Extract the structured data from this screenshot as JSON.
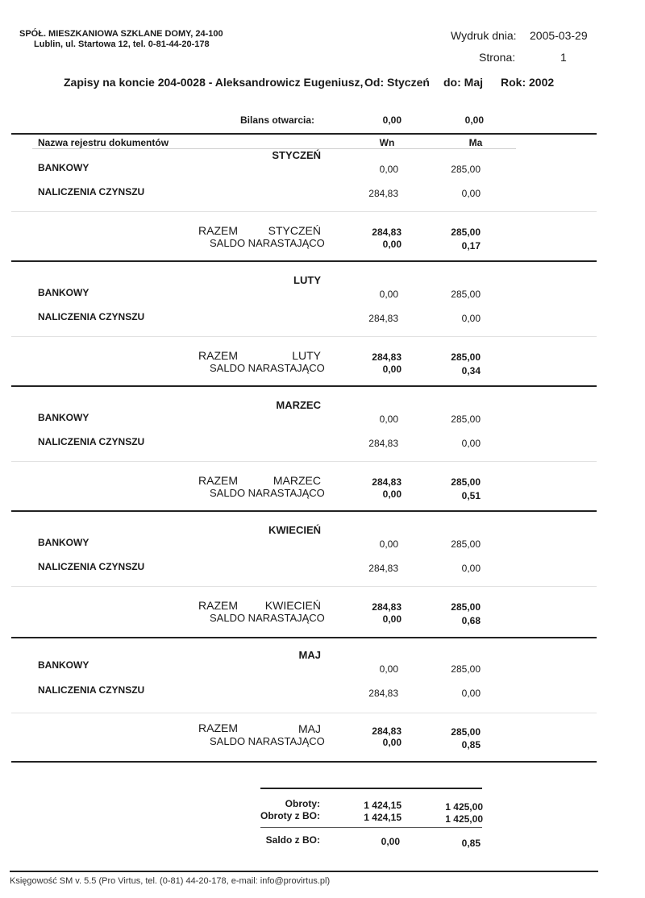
{
  "company": {
    "line1": "SPÓŁ. MIESZKANIOWA SZKLANE DOMY, 24-100",
    "line2": "Lublin, ul. Startowa 12, tel. 0-81-44-20-178"
  },
  "print_info": {
    "date_label": "Wydruk dnia:",
    "date_value": "2005-03-29",
    "page_label": "Strona:",
    "page_value": "1"
  },
  "title": {
    "text": "Zapisy na koncie 204-0028 - Aleksandrowicz Eugeniusz,",
    "from": "Od: Styczeń",
    "to": "do: Maj",
    "year": "Rok: 2002"
  },
  "opening": {
    "label": "Bilans otwarcia:",
    "wn": "0,00",
    "ma": "0,00"
  },
  "columns": {
    "name": "Nazwa rejestru dokumentów",
    "wn": "Wn",
    "ma": "Ma"
  },
  "months": [
    {
      "name": "STYCZEŃ",
      "rows": [
        {
          "label": "BANKOWY",
          "wn": "0,00",
          "ma": "285,00"
        },
        {
          "label": "NALICZENIA CZYNSZU",
          "wn": "284,83",
          "ma": "0,00"
        }
      ],
      "total_label": "RAZEM",
      "total_month": "STYCZEŃ",
      "total_wn": "284,83",
      "total_ma": "285,00",
      "saldo_label": "SALDO NARASTAJĄCO",
      "saldo_wn": "0,00",
      "saldo_ma": "0,17"
    },
    {
      "name": "LUTY",
      "rows": [
        {
          "label": "BANKOWY",
          "wn": "0,00",
          "ma": "285,00"
        },
        {
          "label": "NALICZENIA CZYNSZU",
          "wn": "284,83",
          "ma": "0,00"
        }
      ],
      "total_label": "RAZEM",
      "total_month": "LUTY",
      "total_wn": "284,83",
      "total_ma": "285,00",
      "saldo_label": "SALDO NARASTAJĄCO",
      "saldo_wn": "0,00",
      "saldo_ma": "0,34"
    },
    {
      "name": "MARZEC",
      "rows": [
        {
          "label": "BANKOWY",
          "wn": "0,00",
          "ma": "285,00"
        },
        {
          "label": "NALICZENIA CZYNSZU",
          "wn": "284,83",
          "ma": "0,00"
        }
      ],
      "total_label": "RAZEM",
      "total_month": "MARZEC",
      "total_wn": "284,83",
      "total_ma": "285,00",
      "saldo_label": "SALDO NARASTAJĄCO",
      "saldo_wn": "0,00",
      "saldo_ma": "0,51"
    },
    {
      "name": "KWIECIEŃ",
      "rows": [
        {
          "label": "BANKOWY",
          "wn": "0,00",
          "ma": "285,00"
        },
        {
          "label": "NALICZENIA CZYNSZU",
          "wn": "284,83",
          "ma": "0,00"
        }
      ],
      "total_label": "RAZEM",
      "total_month": "KWIECIEŃ",
      "total_wn": "284,83",
      "total_ma": "285,00",
      "saldo_label": "SALDO NARASTAJĄCO",
      "saldo_wn": "0,00",
      "saldo_ma": "0,68"
    },
    {
      "name": "MAJ",
      "rows": [
        {
          "label": "BANKOWY",
          "wn": "0,00",
          "ma": "285,00"
        },
        {
          "label": "NALICZENIA CZYNSZU",
          "wn": "284,83",
          "ma": "0,00"
        }
      ],
      "total_label": "RAZEM",
      "total_month": "MAJ",
      "total_wn": "284,83",
      "total_ma": "285,00",
      "saldo_label": "SALDO NARASTAJĄCO",
      "saldo_wn": "0,00",
      "saldo_ma": "0,85"
    }
  ],
  "summary": {
    "obroty_label": "Obroty:",
    "obroty_wn": "1 424,15",
    "obroty_ma": "1 425,00",
    "obroty_bo_label": "Obroty z BO:",
    "obroty_bo_wn": "1 424,15",
    "obroty_bo_ma": "1 425,00",
    "saldo_bo_label": "Saldo z BO:",
    "saldo_bo_wn": "0,00",
    "saldo_bo_ma": "0,85"
  },
  "footer": "Księgowość SM v. 5.5 (Pro Virtus, tel. (0-81) 44-20-178, e-mail: info@provirtus.pl)"
}
